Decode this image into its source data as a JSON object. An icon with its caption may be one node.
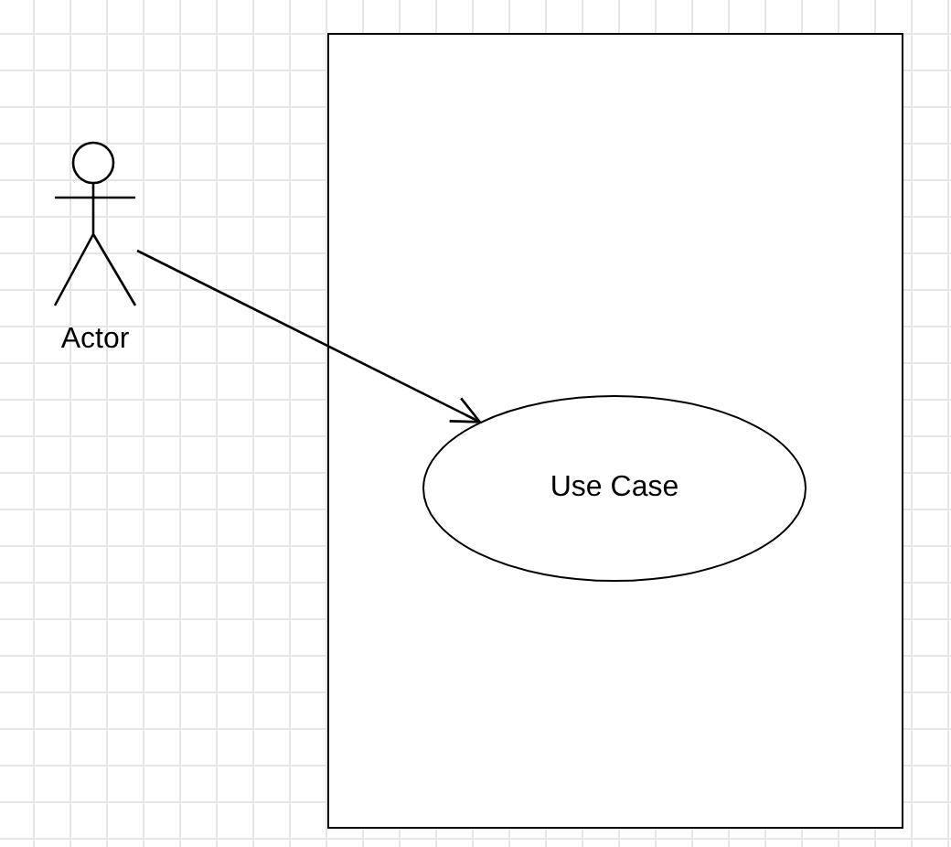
{
  "diagram": {
    "nodes": [
      {
        "text": [],
        "shape": "box"
      },
      {
        "text": [
          "Actor"
        ]
      },
      {
        "text": [
          "Use Case"
        ],
        "in": 0
      }
    ],
    "edges": [
      {
        "from": 1,
        "to": 2,
        "arrow": "to"
      }
    ]
  }
}
